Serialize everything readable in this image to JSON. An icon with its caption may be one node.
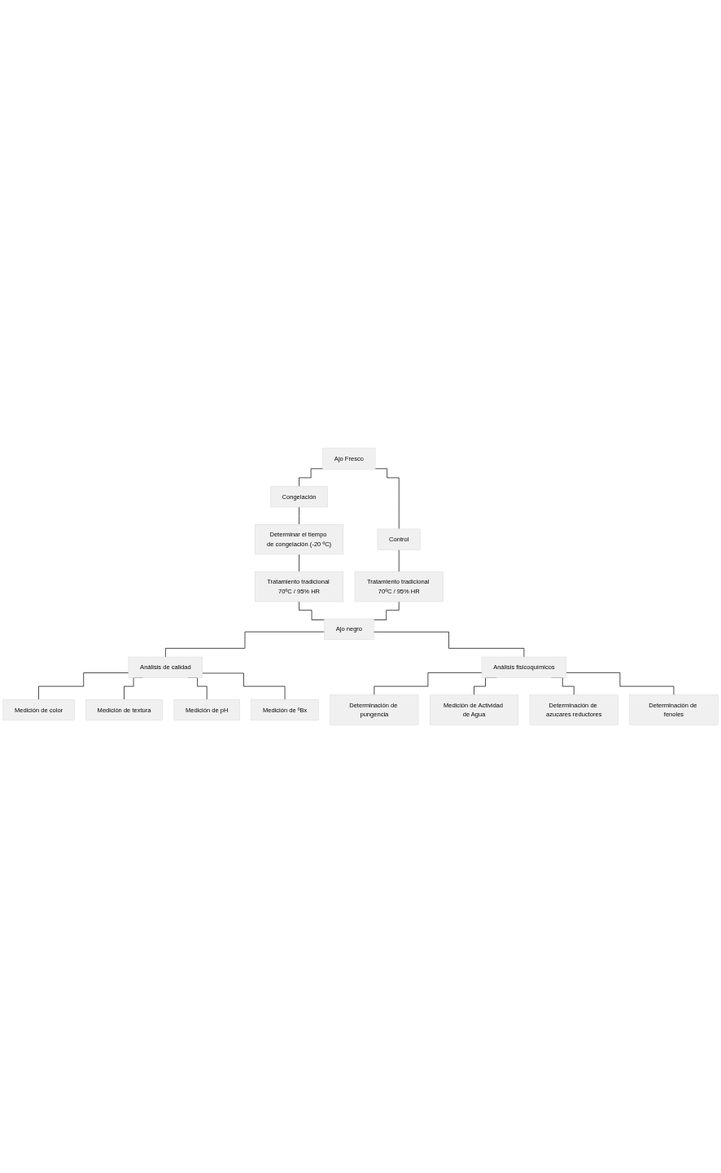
{
  "diagram": {
    "nodes": [
      {
        "text": [
          "Ajo Fresco"
        ]
      },
      {
        "text": [
          "Congelación"
        ]
      },
      {
        "text": [
          "Control"
        ]
      },
      {
        "text": [
          "Determinar el tiempo de congelación (-20 ºC)"
        ]
      },
      {
        "text": [
          "Tratamiento tradicional 70ºC / 95% HR"
        ]
      },
      {
        "text": [
          "Tratamiento tradicional 70ºC / 95% HR"
        ]
      },
      {
        "text": [
          "Ajo negro"
        ]
      },
      {
        "text": [
          "Análisis de calidad"
        ]
      },
      {
        "text": [
          "Análisis fisicoquímicos"
        ]
      },
      {
        "text": [
          "Medición de color"
        ]
      },
      {
        "text": [
          "Medición de textura"
        ]
      },
      {
        "text": [
          "Medición de pH"
        ]
      },
      {
        "text": [
          "Medición de ºBx"
        ]
      },
      {
        "text": [
          "Determinación de pungencia"
        ]
      },
      {
        "text": [
          "Medición de Actividad de Agua"
        ]
      },
      {
        "text": [
          "Determinación de azucares reductores"
        ]
      },
      {
        "text": [
          "Determinación de fenoles"
        ]
      }
    ],
    "edges": [
      {
        "from": 0,
        "to": 1,
        "arrow": "none"
      },
      {
        "from": 0,
        "to": 2,
        "arrow": "none"
      },
      {
        "from": 1,
        "to": 3,
        "arrow": "none"
      },
      {
        "from": 3,
        "to": 5,
        "arrow": "none"
      },
      {
        "from": 2,
        "to": 4,
        "arrow": "none"
      },
      {
        "from": 5,
        "to": 6,
        "arrow": "none"
      },
      {
        "from": 4,
        "to": 6,
        "arrow": "none"
      },
      {
        "from": 6,
        "to": 7,
        "arrow": "none"
      },
      {
        "from": 6,
        "to": 8,
        "arrow": "none"
      },
      {
        "from": 7,
        "to": 9,
        "arrow": "none"
      },
      {
        "from": 7,
        "to": 10,
        "arrow": "none"
      },
      {
        "from": 7,
        "to": 11,
        "arrow": "none"
      },
      {
        "from": 7,
        "to": 12,
        "arrow": "none"
      },
      {
        "from": 8,
        "to": 13,
        "arrow": "none"
      },
      {
        "from": 8,
        "to": 14,
        "arrow": "none"
      },
      {
        "from": 8,
        "to": 15,
        "arrow": "none"
      },
      {
        "from": 8,
        "to": 16,
        "arrow": "none"
      }
    ]
  }
}
